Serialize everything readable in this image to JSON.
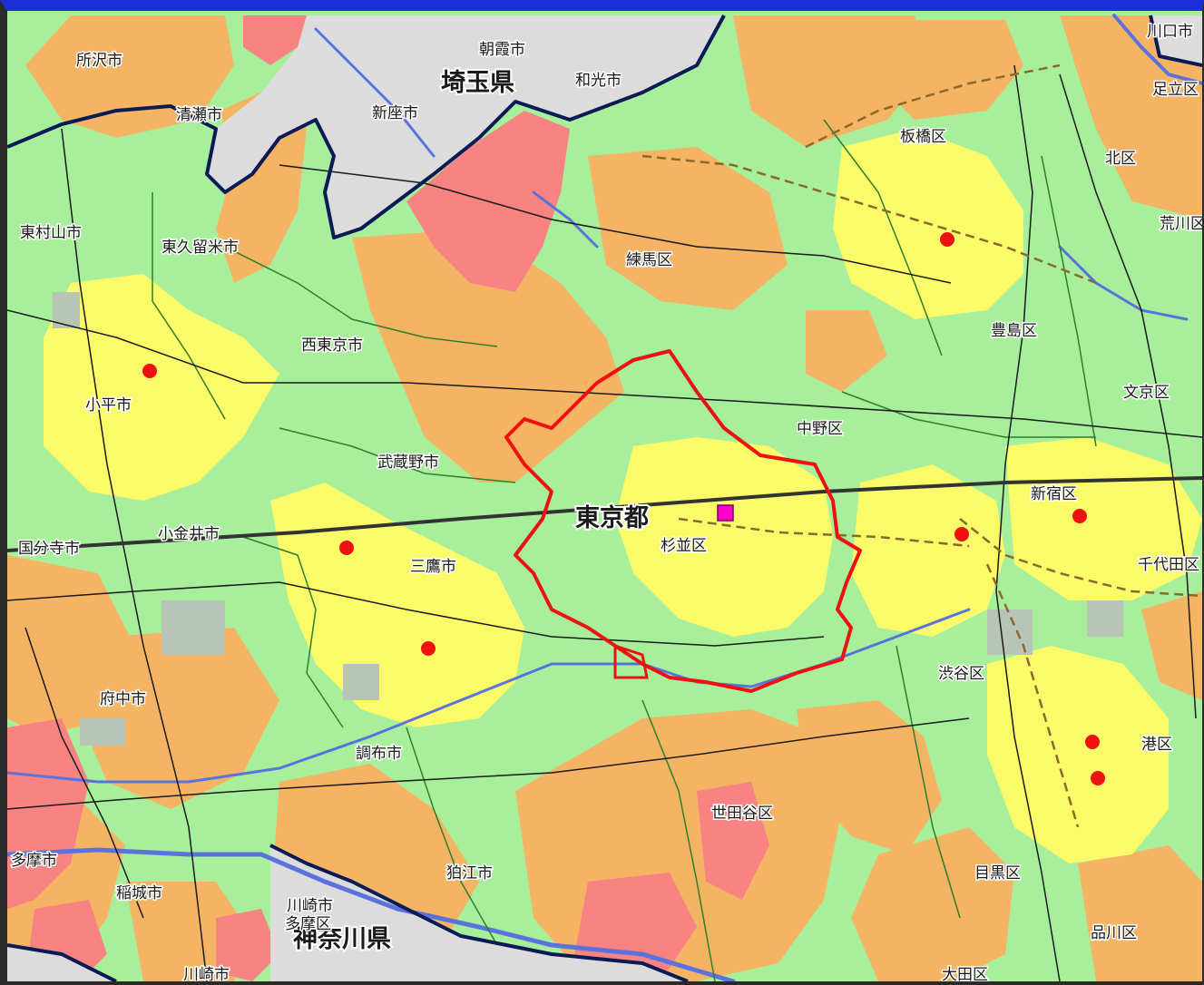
{
  "map": {
    "colors": {
      "base": "#a8ef9c",
      "low": "#f5b464",
      "high": "#f98383",
      "center": "#fbfb6a",
      "outside": "#dcdcdc",
      "river": "#5a73dc",
      "selected_border": "#ee1111",
      "prefecture_border": "#0a1a55",
      "marker": "#ee1111",
      "selected_marker": "#ff00cc"
    },
    "prefectures": [
      {
        "name": "埼玉県"
      },
      {
        "name": "東京都"
      },
      {
        "name": "神奈川県"
      }
    ],
    "labels": [
      {
        "text": "所沢市"
      },
      {
        "text": "朝霞市"
      },
      {
        "text": "和光市"
      },
      {
        "text": "川口市"
      },
      {
        "text": "足立区"
      },
      {
        "text": "清瀬市"
      },
      {
        "text": "新座市"
      },
      {
        "text": "板橋区"
      },
      {
        "text": "北区"
      },
      {
        "text": "東村山市"
      },
      {
        "text": "東久留米市"
      },
      {
        "text": "練馬区"
      },
      {
        "text": "荒川区"
      },
      {
        "text": "豊島区"
      },
      {
        "text": "西東京市"
      },
      {
        "text": "小平市"
      },
      {
        "text": "文京区"
      },
      {
        "text": "中野区"
      },
      {
        "text": "武蔵野市"
      },
      {
        "text": "新宿区"
      },
      {
        "text": "小金井市"
      },
      {
        "text": "国分寺市"
      },
      {
        "text": "杉並区"
      },
      {
        "text": "三鷹市"
      },
      {
        "text": "千代田区"
      },
      {
        "text": "府中市"
      },
      {
        "text": "渋谷区"
      },
      {
        "text": "調布市"
      },
      {
        "text": "港区"
      },
      {
        "text": "世田谷区"
      },
      {
        "text": "多摩市"
      },
      {
        "text": "稲城市"
      },
      {
        "text": "狛江市"
      },
      {
        "text": "目黒区"
      },
      {
        "text": "川崎市"
      },
      {
        "text": "多摩区"
      },
      {
        "text": "品川区"
      },
      {
        "text": "川崎市"
      },
      {
        "text": "大田区"
      }
    ],
    "selected_area": "杉並区"
  }
}
